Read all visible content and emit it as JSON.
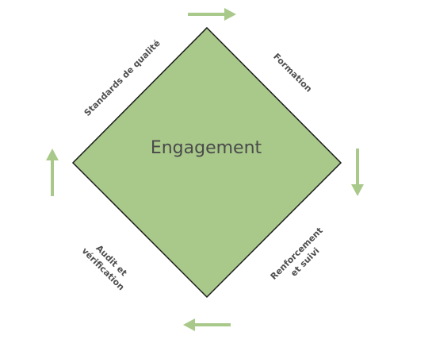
{
  "center": {
    "title": "Engagement"
  },
  "sides": {
    "top_left": [
      "Standards de qualité"
    ],
    "top_right": [
      "Formation"
    ],
    "bottom_right": [
      "Renforcement",
      "et suivi"
    ],
    "bottom_left": [
      "Audit et",
      "vérification"
    ]
  },
  "colors": {
    "diamond_fill": "#a9c98b",
    "diamond_stroke": "#1a1a1a",
    "arrow": "#a9c98b"
  }
}
